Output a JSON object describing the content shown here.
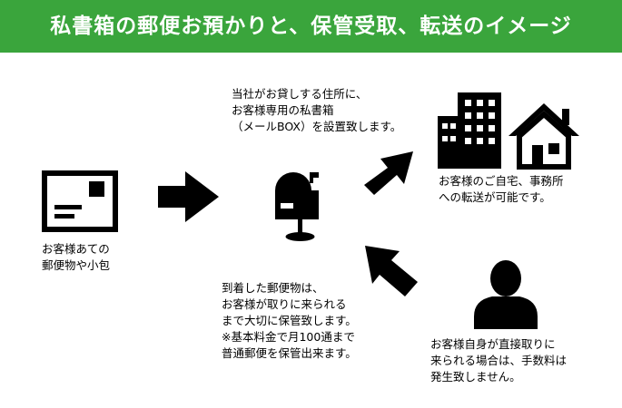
{
  "title": "私書箱の郵便お預かりと、保管受取、転送のイメージ",
  "colors": {
    "banner": "#3aa53c",
    "banner_text": "#ffffff",
    "icon": "#000000"
  },
  "icons": [
    "envelope-icon",
    "arrow-right-icon",
    "mailbox-icon",
    "arrow-up-right-icon",
    "buildings-icon",
    "house-icon",
    "person-icon",
    "arrow-up-left-icon"
  ],
  "captions": {
    "mail_in": "お客様あての\n郵便物や小包",
    "mailbox": "当社がお貸しする住所に、\nお客様専用の私書箱\n（メールBOX）を設置致します。",
    "forward": "お客様のご自宅、事務所\nへの転送が可能です。",
    "storage": "到着した郵便物は、\nお客様が取りに来られる\nまで大切に保管致します。\n※基本料金で月100通まで\n普通郵便を保管出来ます。",
    "pickup": "お客様自身が直接取りに\n来られる場合は、手数料は\n発生致しません。"
  }
}
